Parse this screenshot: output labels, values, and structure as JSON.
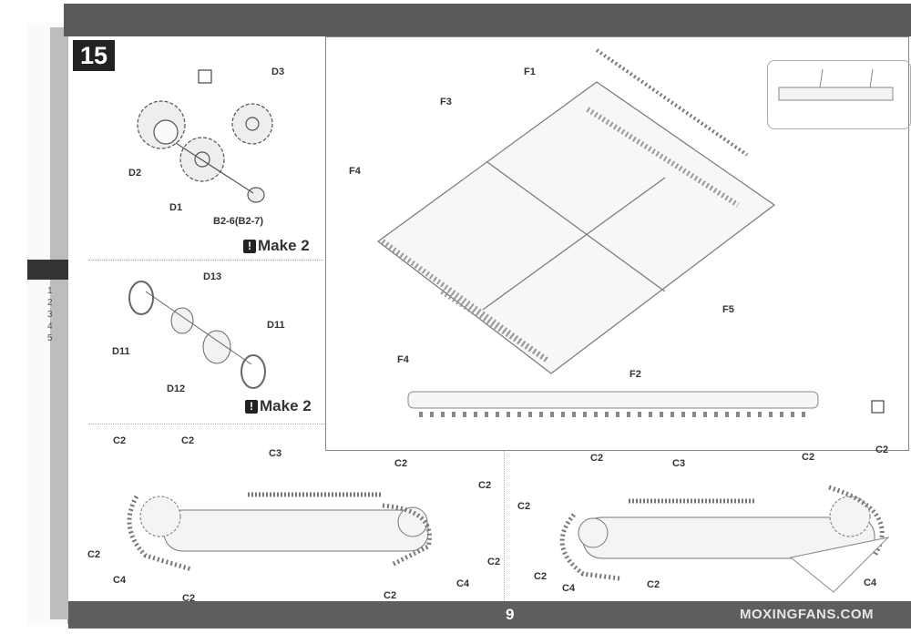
{
  "step": {
    "number": "15"
  },
  "wheel_assembly": {
    "labels": {
      "d3": "D3",
      "d2": "D2",
      "d1": "D1",
      "b2": "B2-6(B2-7)"
    },
    "make_note": "Make 2"
  },
  "idler_assembly": {
    "labels": {
      "d13": "D13",
      "d11a": "D11",
      "d11b": "D11",
      "d12": "D12"
    },
    "make_note": "Make 2"
  },
  "sprue": {
    "labels": {
      "f1": "F1",
      "f3": "F3",
      "f4a": "F4",
      "f5": "F5",
      "f4b": "F4",
      "f2": "F2"
    }
  },
  "left_track": {
    "labels": [
      "C2",
      "C2",
      "C3",
      "C2",
      "C2",
      "C2",
      "C4",
      "C2",
      "C2",
      "C4",
      "C2"
    ]
  },
  "right_track": {
    "labels": [
      "C2",
      "C3",
      "C2",
      "C2",
      "C2",
      "C2",
      "C4",
      "C2",
      "C4"
    ]
  },
  "left_page_numbers": [
    "1",
    "2",
    "3",
    "4",
    "5"
  ],
  "footer": {
    "page_number": "9",
    "watermark": "MOXINGFANS.COM"
  }
}
